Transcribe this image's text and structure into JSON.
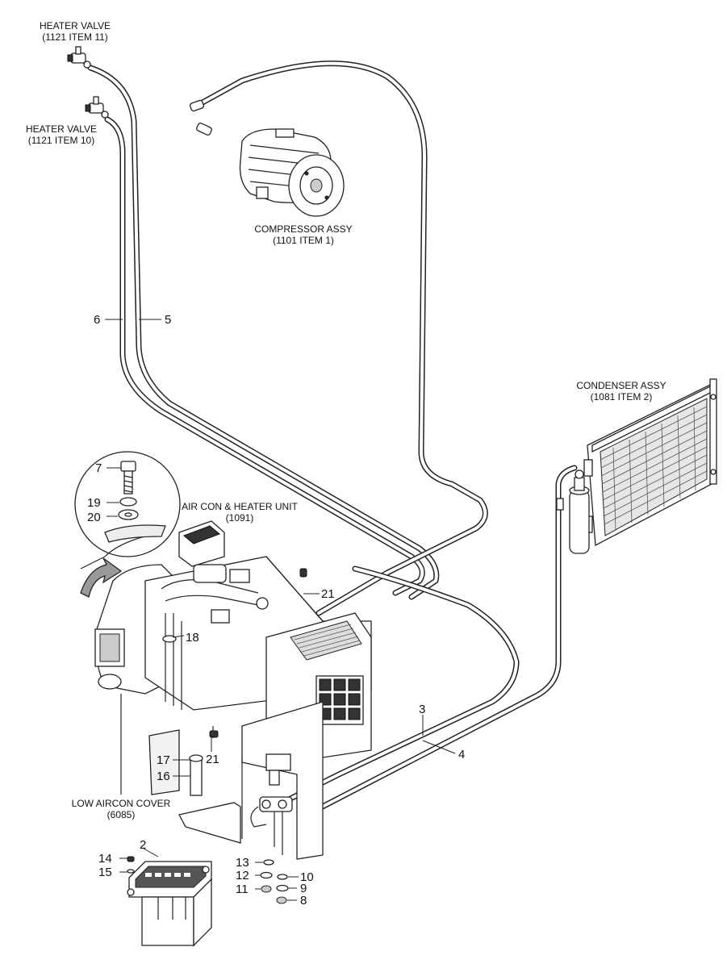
{
  "labels": {
    "heater_valve_11": {
      "line1": "HEATER VALVE",
      "line2": "(1121 ITEM 11)"
    },
    "heater_valve_10": {
      "line1": "HEATER VALVE",
      "line2": "(1121 ITEM 10)"
    },
    "compressor": {
      "line1": "COMPRESSOR ASSY",
      "line2": "(1101 ITEM 1)"
    },
    "condenser": {
      "line1": "CONDENSER ASSY",
      "line2": "(1081 ITEM 2)"
    },
    "aircon_unit": {
      "line1": "AIR CON & HEATER UNIT",
      "line2": "(1091)"
    },
    "low_cover": {
      "line1": "LOW AIRCON COVER",
      "line2": "(6085)"
    }
  },
  "callouts": {
    "n2": "2",
    "n3": "3",
    "n4": "4",
    "n5": "5",
    "n6": "6",
    "n7": "7",
    "n8": "8",
    "n9": "9",
    "n10": "10",
    "n11": "11",
    "n12": "12",
    "n13": "13",
    "n14": "14",
    "n15": "15",
    "n16": "16",
    "n17": "17",
    "n18": "18",
    "n19": "19",
    "n20": "20",
    "n21a": "21",
    "n21b": "21"
  }
}
